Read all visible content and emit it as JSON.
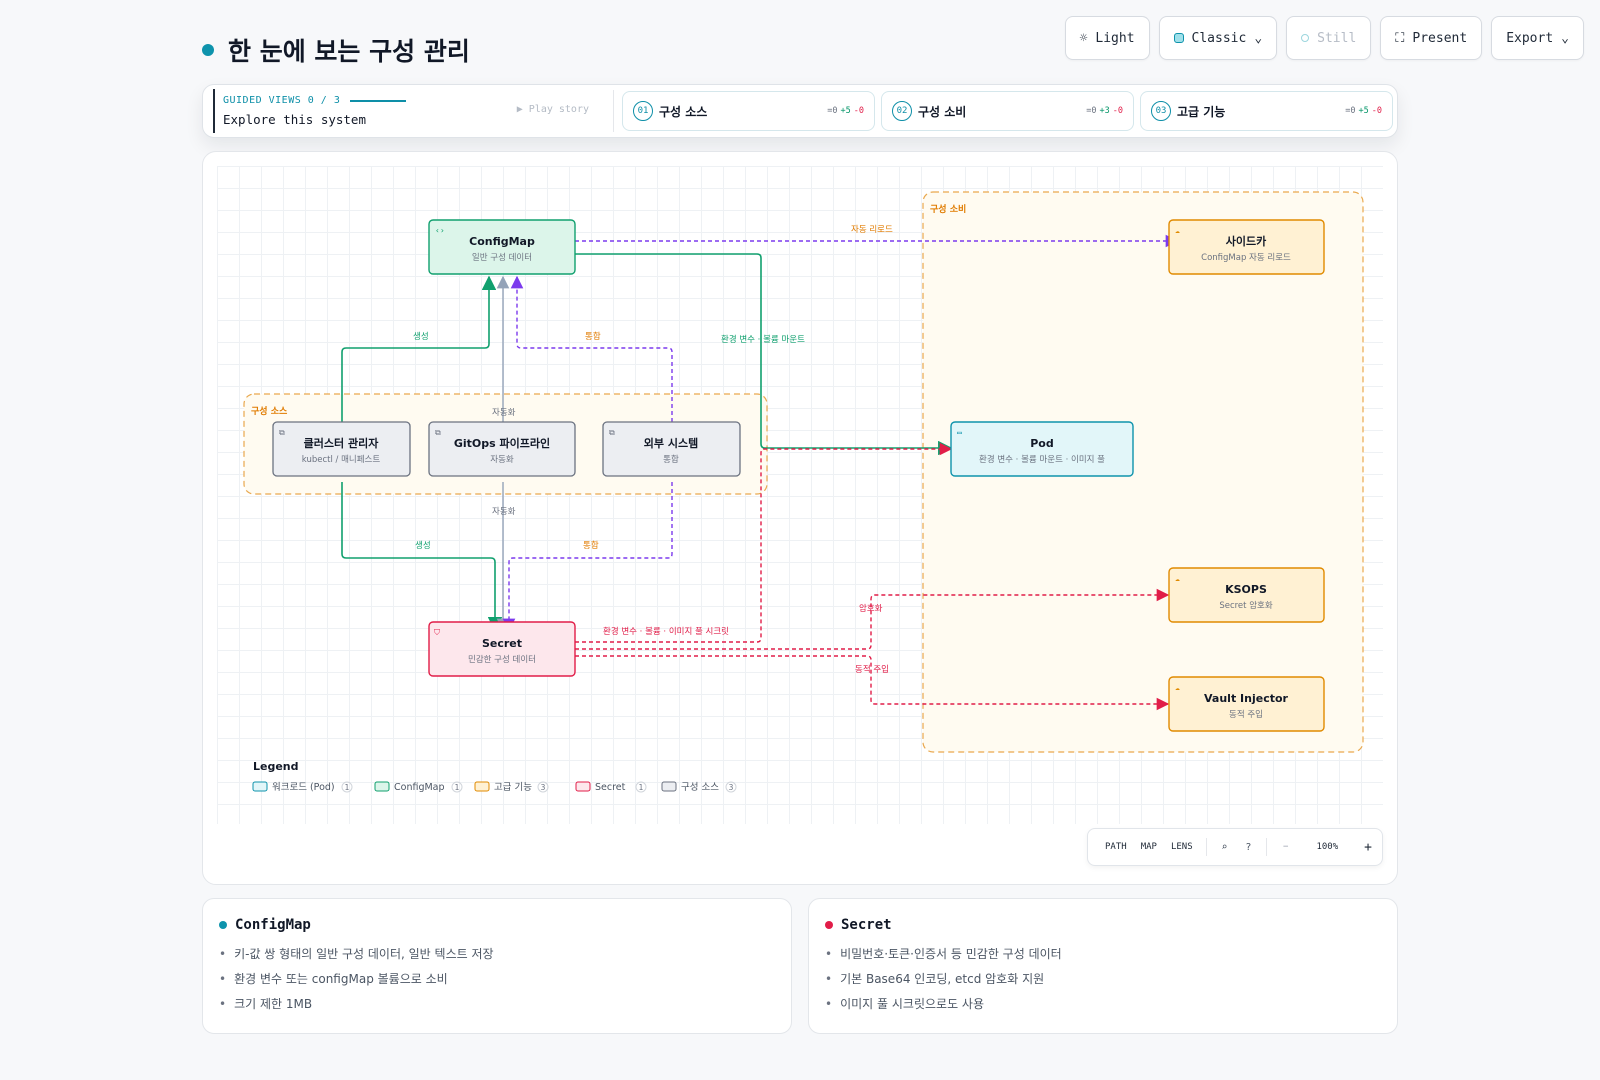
{
  "page": {
    "title": "한 눈에 보는 구성 관리"
  },
  "toolbar": {
    "light": "Light",
    "classic": "Classic",
    "still": "Still",
    "present": "Present",
    "export": "Export"
  },
  "guided": {
    "label": "GUIDED VIEWS 0 / 3",
    "subtitle": "Explore this system",
    "play": "▶ Play story",
    "steps": [
      {
        "num": "01",
        "label": "구성 소스",
        "eq": "=0",
        "add": "+5",
        "rem": "-0"
      },
      {
        "num": "02",
        "label": "구성 소비",
        "eq": "=0",
        "add": "+3",
        "rem": "-0"
      },
      {
        "num": "03",
        "label": "고급 기능",
        "eq": "=0",
        "add": "+5",
        "rem": "-0"
      }
    ]
  },
  "diagram": {
    "groups": {
      "sources": "구성 소스",
      "consumers": "구성 소비"
    },
    "nodes": {
      "configmap": {
        "title": "ConfigMap",
        "sub": "일반 구성 데이터"
      },
      "secret": {
        "title": "Secret",
        "sub": "민감한 구성 데이터"
      },
      "admin": {
        "title": "클러스터 관리자",
        "sub": "kubectl / 매니페스트"
      },
      "gitops": {
        "title": "GitOps 파이프라인",
        "sub": "자동화"
      },
      "external": {
        "title": "외부 시스템",
        "sub": "통합"
      },
      "pod": {
        "title": "Pod",
        "sub": "환경 변수 · 볼륨 마운트 · 이미지 풀"
      },
      "sidecar": {
        "title": "사이드카",
        "sub": "ConfigMap 자동 리로드"
      },
      "ksops": {
        "title": "KSOPS",
        "sub": "Secret 암호화"
      },
      "vault": {
        "title": "Vault Injector",
        "sub": "동적 주입"
      }
    },
    "edges": {
      "admin_cm": "생성",
      "admin_secret": "생성",
      "gitops_cm": "자동화",
      "gitops_secret": "자동화",
      "ext_cm": "통합",
      "ext_secret": "통합",
      "cm_pod": "환경 변수 · 볼륨 마운트",
      "cm_sidecar": "자동 리로드",
      "secret_pod": "환경 변수 · 볼륨 · 이미지 풀 시크릿",
      "secret_ksops": "암호화",
      "secret_vault": "동적 주입"
    },
    "legend": {
      "title": "Legend",
      "items": [
        {
          "label": "워크로드 (Pod)",
          "count": "1"
        },
        {
          "label": "ConfigMap",
          "count": "1"
        },
        {
          "label": "고급 기능",
          "count": "3"
        },
        {
          "label": "Secret",
          "count": "1"
        },
        {
          "label": "구성 소스",
          "count": "3"
        }
      ]
    }
  },
  "controls": {
    "path": "PATH",
    "map": "MAP",
    "lens": "LENS",
    "zoom": "100%"
  },
  "cards": {
    "configmap": {
      "title": "ConfigMap",
      "items": [
        "키-값 쌍 형태의 일반 구성 데이터, 일반 텍스트 저장",
        "환경 변수 또는 configMap 볼륨으로 소비",
        "크기 제한 1MB"
      ]
    },
    "secret": {
      "title": "Secret",
      "items": [
        "비밀번호·토큰·인증서 등 민감한 구성 데이터",
        "기본 Base64 인코딩, etcd 암호화 지원",
        "이미지 풀 시크릿으로도 사용"
      ]
    }
  },
  "colors": {
    "accent": "#0e93ac",
    "configmap": "#10a06e",
    "secret": "#e11d48",
    "source": "#6b7280",
    "advanced": "#e08a00",
    "automation": "#94a3b8",
    "integration": "#7c3aed"
  }
}
